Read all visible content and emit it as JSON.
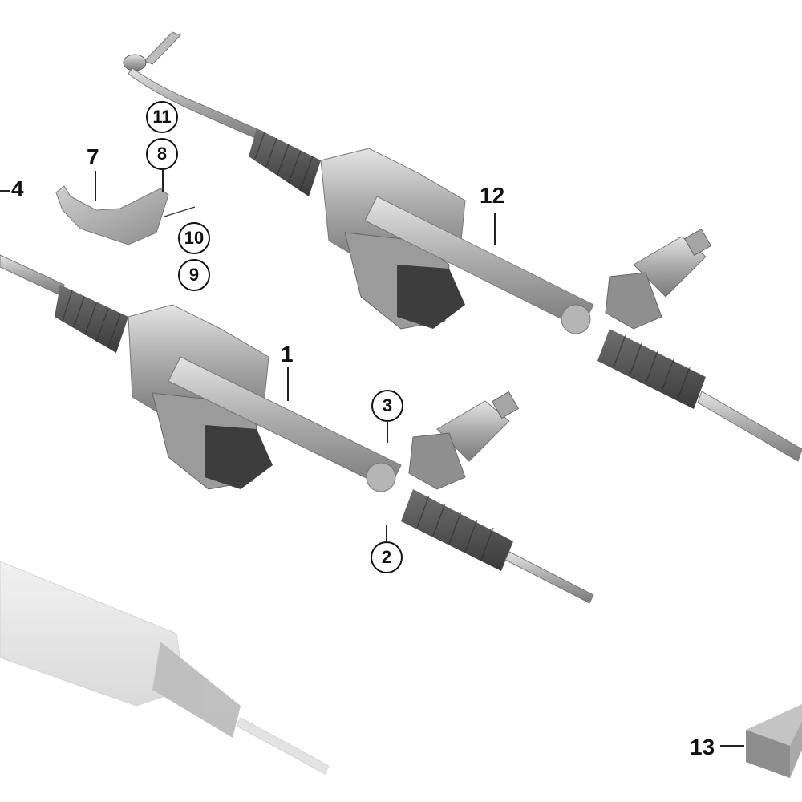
{
  "diagram": {
    "type": "exploded-parts-diagram",
    "subject": "electric power steering rack assembly",
    "colors": {
      "background": "#ffffff",
      "metal_light": "#c9c9c9",
      "metal_mid": "#9a9a9a",
      "metal_dark": "#6b6b6b",
      "rubber_boot": "#555555",
      "motor_dark": "#3d3d3d",
      "ghost_part": "#e2e2e2",
      "label_text": "#111111"
    },
    "callouts": [
      {
        "id": "1",
        "label": "1",
        "style": "plain",
        "part": "steering gear (main rack)"
      },
      {
        "id": "2",
        "label": "2",
        "style": "circled",
        "part": "fastener lower"
      },
      {
        "id": "3",
        "label": "3",
        "style": "circled",
        "part": "fastener upper"
      },
      {
        "id": "4",
        "label": "4",
        "style": "plain",
        "part": "tie rod / outer assembly"
      },
      {
        "id": "7",
        "label": "7",
        "style": "plain",
        "part": "heat shield"
      },
      {
        "id": "8",
        "label": "8",
        "style": "circled",
        "part": "screw"
      },
      {
        "id": "9",
        "label": "9",
        "style": "circled",
        "part": "nut"
      },
      {
        "id": "10",
        "label": "10",
        "style": "circled",
        "part": "screw"
      },
      {
        "id": "11",
        "label": "11",
        "style": "circled",
        "part": "bolt"
      },
      {
        "id": "12",
        "label": "12",
        "style": "plain",
        "part": "steering gear (alternate variant)"
      },
      {
        "id": "13",
        "label": "13",
        "style": "plain",
        "part": "packaging / box"
      }
    ]
  }
}
